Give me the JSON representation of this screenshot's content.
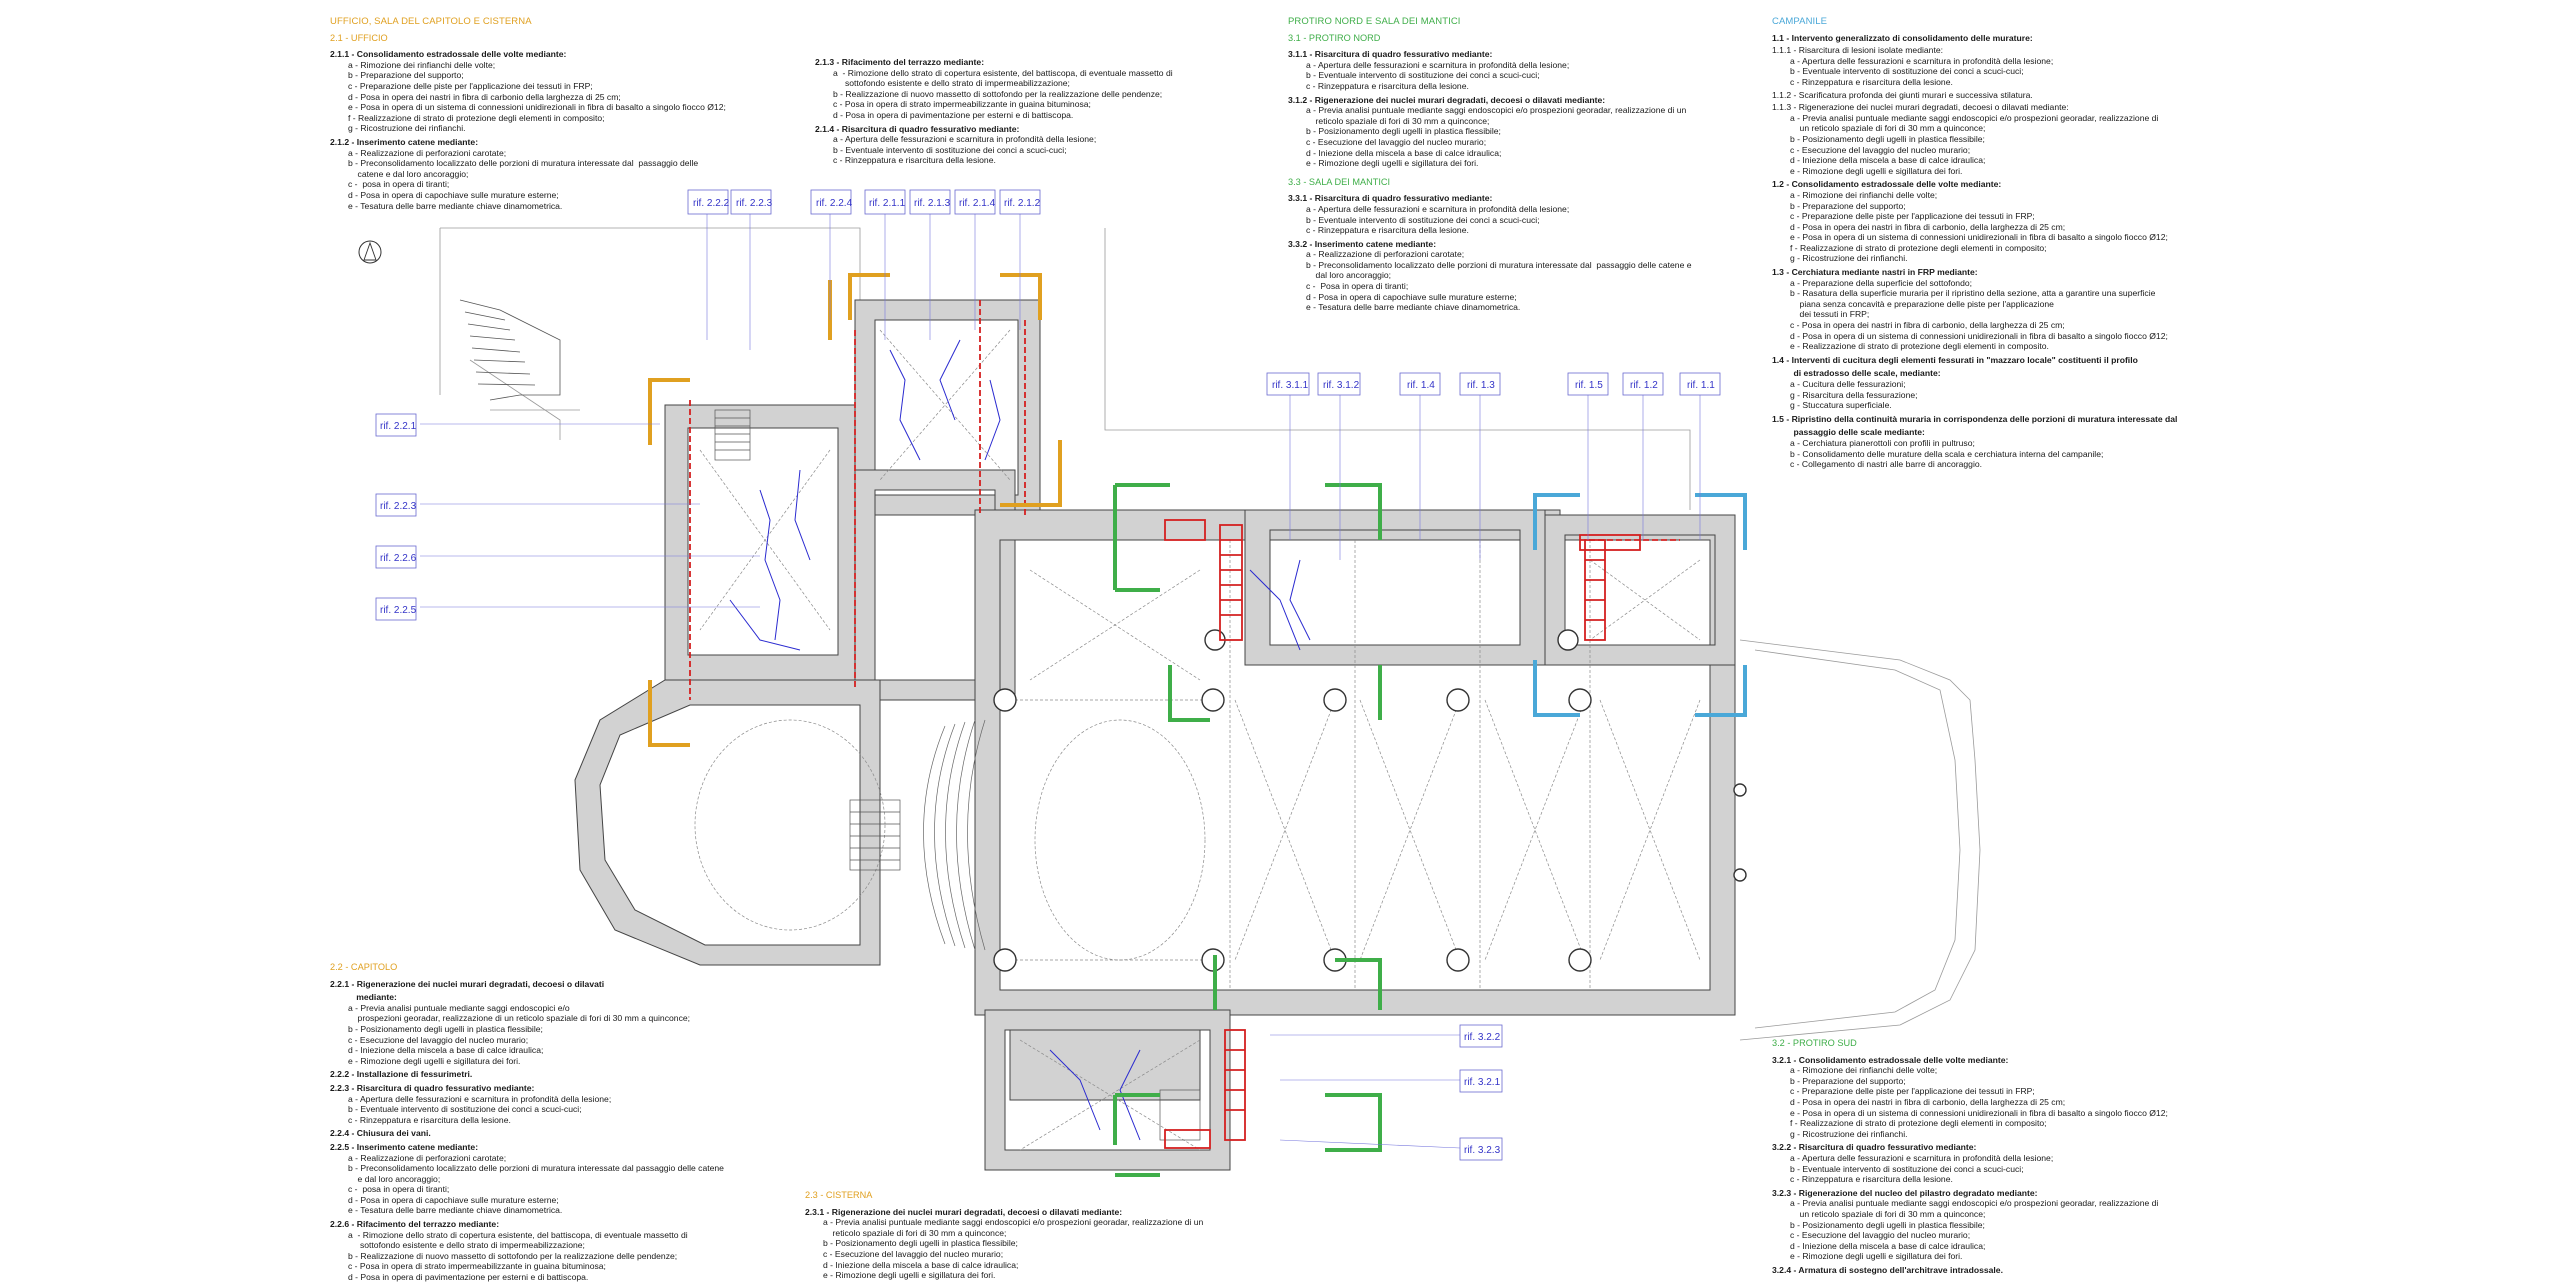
{
  "ufficio": {
    "header": "UFFICIO, SALA DEL CAPITOLO E CISTERNA",
    "subheader": "2.1 - UFFICIO",
    "colA": [
      {
        "t": "2.1.1 - Consolidamento estradossale delle volte mediante:",
        "k": "sec"
      },
      {
        "t": "a - Rimozione dei rinfianchi delle volte;",
        "k": "item"
      },
      {
        "t": "b - Preparazione del supporto;",
        "k": "item"
      },
      {
        "t": "c - Preparazione delle piste per l'applicazione dei tessuti in FRP;",
        "k": "item"
      },
      {
        "t": "d - Posa in opera dei nastri in fibra di carbonio della larghezza di 25 cm;",
        "k": "item"
      },
      {
        "t": "e - Posa in opera di un sistema di connessioni unidirezionali in fibra di basalto a singolo fiocco Ø12;",
        "k": "item"
      },
      {
        "t": "f - Realizzazione di strato di protezione degli elementi in composito;",
        "k": "item"
      },
      {
        "t": "g - Ricostruzione dei rinfianchi.",
        "k": "item"
      },
      {
        "t": "2.1.2 - Inserimento catene mediante:",
        "k": "sec"
      },
      {
        "t": "a - Realizzazione di perforazioni carotate;",
        "k": "item"
      },
      {
        "t": "b - Preconsolidamento localizzato delle porzioni di muratura interessate dal  passaggio delle",
        "k": "item"
      },
      {
        "t": "    catene e dal loro ancoraggio;",
        "k": "item"
      },
      {
        "t": "c -  posa in opera di tiranti;",
        "k": "item"
      },
      {
        "t": "d - Posa in opera di capochiave sulle murature esterne;",
        "k": "item"
      },
      {
        "t": "e - Tesatura delle barre mediante chiave dinamometrica.",
        "k": "item"
      }
    ],
    "colB": [
      {
        "t": "2.1.3 - Rifacimento del terrazzo mediante:",
        "k": "sec"
      },
      {
        "t": "a  - Rimozione dello strato di copertura esistente, del battiscopa, di eventuale massetto di",
        "k": "item"
      },
      {
        "t": "     sottofondo esistente e dello strato di impermeabilizzazione;",
        "k": "item"
      },
      {
        "t": "b - Realizzazione di nuovo massetto di sottofondo per la realizzazione delle pendenze;",
        "k": "item"
      },
      {
        "t": "c - Posa in opera di strato impermeabilizzante in guaina bituminosa;",
        "k": "item"
      },
      {
        "t": "d - Posa in opera di pavimentazione per esterni e di battiscopa.",
        "k": "item"
      },
      {
        "t": "2.1.4 - Risarcitura di quadro fessurativo mediante:",
        "k": "sec"
      },
      {
        "t": "a - Apertura delle fessurazioni e scarnitura in profondità della lesione;",
        "k": "item"
      },
      {
        "t": "b - Eventuale intervento di sostituzione dei conci a scuci-cuci;",
        "k": "item"
      },
      {
        "t": "c - Rinzeppatura e risarcitura della lesione.",
        "k": "item"
      }
    ]
  },
  "capitolo": {
    "subheader": "2.2 - CAPITOLO",
    "items": [
      {
        "t": "2.2.1 - Rigenerazione dei nuclei murari degradati, decoesi o dilavati",
        "k": "sec"
      },
      {
        "t": "           mediante:",
        "k": "sec"
      },
      {
        "t": "a - Previa analisi puntuale mediante saggi endoscopici e/o",
        "k": "item"
      },
      {
        "t": "    prospezioni georadar, realizzazione di un reticolo spaziale di fori di 30 mm a quinconce;",
        "k": "item"
      },
      {
        "t": "b - Posizionamento degli ugelli in plastica flessibile;",
        "k": "item"
      },
      {
        "t": "c - Esecuzione del lavaggio del nucleo murario;",
        "k": "item"
      },
      {
        "t": "d - Iniezione della miscela a base di calce idraulica;",
        "k": "item"
      },
      {
        "t": "e - Rimozione degli ugelli e sigillatura dei fori.",
        "k": "item"
      },
      {
        "t": "2.2.2 - Installazione di fessurimetri.",
        "k": "sec"
      },
      {
        "t": "2.2.3 - Risarcitura di quadro fessurativo mediante:",
        "k": "sec"
      },
      {
        "t": "a - Apertura delle fessurazioni e scarnitura in profondità della lesione;",
        "k": "item"
      },
      {
        "t": "b - Eventuale intervento di sostituzione dei conci a scuci-cuci;",
        "k": "item"
      },
      {
        "t": "c - Rinzeppatura e risarcitura della lesione.",
        "k": "item"
      },
      {
        "t": "2.2.4 - Chiusura dei vani.",
        "k": "sec"
      },
      {
        "t": "2.2.5 - Inserimento catene mediante:",
        "k": "sec"
      },
      {
        "t": "a - Realizzazione di perforazioni carotate;",
        "k": "item"
      },
      {
        "t": "b - Preconsolidamento localizzato delle porzioni di muratura interessate dal passaggio delle catene",
        "k": "item"
      },
      {
        "t": "    e dal loro ancoraggio;",
        "k": "item"
      },
      {
        "t": "c -  posa in opera di tiranti;",
        "k": "item"
      },
      {
        "t": "d - Posa in opera di capochiave sulle murature esterne;",
        "k": "item"
      },
      {
        "t": "e - Tesatura delle barre mediante chiave dinamometrica.",
        "k": "item"
      },
      {
        "t": "2.2.6 - Rifacimento del terrazzo mediante:",
        "k": "sec"
      },
      {
        "t": "a  - Rimozione dello strato di copertura esistente, del battiscopa, di eventuale massetto di",
        "k": "item"
      },
      {
        "t": "     sottofondo esistente e dello strato di impermeabilizzazione;",
        "k": "item"
      },
      {
        "t": "b - Realizzazione di nuovo massetto di sottofondo per la realizzazione delle pendenze;",
        "k": "item"
      },
      {
        "t": "c - Posa in opera di strato impermeabilizzante in guaina bituminosa;",
        "k": "item"
      },
      {
        "t": "d - Posa in opera di pavimentazione per esterni e di battiscopa.",
        "k": "item"
      }
    ]
  },
  "cisterna": {
    "subheader": "2.3 - CISTERNA",
    "items": [
      {
        "t": "2.3.1 - Rigenerazione dei nuclei murari degradati, decoesi o dilavati mediante:",
        "k": "sec"
      },
      {
        "t": "a - Previa analisi puntuale mediante saggi endoscopici e/o prospezioni georadar, realizzazione di un",
        "k": "item"
      },
      {
        "t": "    reticolo spaziale di fori di 30 mm a quinconce;",
        "k": "item"
      },
      {
        "t": "b - Posizionamento degli ugelli in plastica flessibile;",
        "k": "item"
      },
      {
        "t": "c - Esecuzione del lavaggio del nucleo murario;",
        "k": "item"
      },
      {
        "t": "d - Iniezione della miscela a base di calce idraulica;",
        "k": "item"
      },
      {
        "t": "e - Rimozione degli ugelli e sigillatura dei fori.",
        "k": "item"
      }
    ]
  },
  "protiro": {
    "header": "PROTIRO NORD E  SALA DEI MANTICI",
    "subheader1": "3.1 - PROTIRO NORD",
    "items1": [
      {
        "t": "3.1.1 - Risarcitura di quadro fessurativo mediante:",
        "k": "sec"
      },
      {
        "t": "a - Apertura delle fessurazioni e scarnitura in profondità della lesione;",
        "k": "item"
      },
      {
        "t": "b - Eventuale intervento di sostituzione dei conci a scuci-cuci;",
        "k": "item"
      },
      {
        "t": "c - Rinzeppatura e risarcitura della lesione.",
        "k": "item"
      },
      {
        "t": "3.1.2 - Rigenerazione dei nuclei murari degradati, decoesi o dilavati mediante:",
        "k": "sec"
      },
      {
        "t": "a - Previa analisi puntuale mediante saggi endoscopici e/o prospezioni georadar, realizzazione di un",
        "k": "item"
      },
      {
        "t": "    reticolo spaziale di fori di 30 mm a quinconce;",
        "k": "item"
      },
      {
        "t": "b - Posizionamento degli ugelli in plastica flessibile;",
        "k": "item"
      },
      {
        "t": "c - Esecuzione del lavaggio del nucleo murario;",
        "k": "item"
      },
      {
        "t": "d - Iniezione della miscela a base di calce idraulica;",
        "k": "item"
      },
      {
        "t": "e - Rimozione degli ugelli e sigillatura dei fori.",
        "k": "item"
      }
    ],
    "subheader2": "3.3 - SALA DEI MANTICI",
    "items2": [
      {
        "t": "3.3.1 - Risarcitura di quadro fessurativo mediante:",
        "k": "sec"
      },
      {
        "t": "a - Apertura delle fessurazioni e scarnitura in profondità della lesione;",
        "k": "item"
      },
      {
        "t": "b - Eventuale intervento di sostituzione dei conci a scuci-cuci;",
        "k": "item"
      },
      {
        "t": "c - Rinzeppatura e risarcitura della lesione.",
        "k": "item"
      },
      {
        "t": "3.3.2 - Inserimento catene mediante:",
        "k": "sec"
      },
      {
        "t": "a - Realizzazione di perforazioni carotate;",
        "k": "item"
      },
      {
        "t": "b - Preconsolidamento localizzato delle porzioni di muratura interessate dal  passaggio delle catene e",
        "k": "item"
      },
      {
        "t": "    dal loro ancoraggio;",
        "k": "item"
      },
      {
        "t": "c -  Posa in opera di tiranti;",
        "k": "item"
      },
      {
        "t": "d - Posa in opera di capochiave sulle murature esterne;",
        "k": "item"
      },
      {
        "t": "e - Tesatura delle barre mediante chiave dinamometrica.",
        "k": "item"
      }
    ]
  },
  "campanile": {
    "header": "CAMPANILE",
    "items": [
      {
        "t": "1.1 - Intervento generalizzato di consolidamento delle murature:",
        "k": "sec"
      },
      {
        "t": "1.1.1 - Risarcitura di lesioni isolate mediante:",
        "k": "plain"
      },
      {
        "t": "a - Apertura delle fessurazioni e scarnitura in profondità della lesione;",
        "k": "item"
      },
      {
        "t": "b - Eventuale intervento di sostituzione dei conci a scuci-cuci;",
        "k": "item"
      },
      {
        "t": "c - Rinzeppatura e risarcitura della lesione.",
        "k": "item"
      },
      {
        "t": "1.1.2 - Scarificatura profonda dei giunti murari e successiva stilatura.",
        "k": "plain"
      },
      {
        "t": "1.1.3 - Rigenerazione dei nuclei murari degradati, decoesi o dilavati mediante:",
        "k": "plain"
      },
      {
        "t": "a - Previa analisi puntuale mediante saggi endoscopici e/o prospezioni georadar, realizzazione di",
        "k": "item"
      },
      {
        "t": "    un reticolo spaziale di fori di 30 mm a quinconce;",
        "k": "item"
      },
      {
        "t": "b - Posizionamento degli ugelli in plastica flessibile;",
        "k": "item"
      },
      {
        "t": "c - Esecuzione del lavaggio del nucleo murario;",
        "k": "item"
      },
      {
        "t": "d - Iniezione della miscela a base di calce idraulica;",
        "k": "item"
      },
      {
        "t": "e - Rimozione degli ugelli e sigillatura dei fori.",
        "k": "item"
      },
      {
        "t": "1.2 - Consolidamento estradossale delle volte mediante:",
        "k": "sec"
      },
      {
        "t": "a - Rimozione dei rinfianchi delle volte;",
        "k": "item"
      },
      {
        "t": "b - Preparazione del supporto;",
        "k": "item"
      },
      {
        "t": "c - Preparazione delle piste per l'applicazione dei tessuti in FRP;",
        "k": "item"
      },
      {
        "t": "d - Posa in opera dei nastri in fibra di carbonio, della larghezza di 25 cm;",
        "k": "item"
      },
      {
        "t": "e - Posa in opera di un sistema di connessioni unidirezionali in fibra di basalto a singolo fiocco Ø12;",
        "k": "item"
      },
      {
        "t": "f - Realizzazione di strato di protezione degli elementi in composito;",
        "k": "item"
      },
      {
        "t": "g - Ricostruzione dei rinfianchi.",
        "k": "item"
      },
      {
        "t": "1.3 - Cerchiatura mediante nastri in FRP mediante:",
        "k": "sec"
      },
      {
        "t": "a - Preparazione della superficie del sottofondo;",
        "k": "item"
      },
      {
        "t": "b - Rasatura della superficie muraria per il ripristino della sezione, atta a garantire una superficie",
        "k": "item"
      },
      {
        "t": "    piana senza concavità e preparazione delle piste per l'applicazione",
        "k": "item"
      },
      {
        "t": "    dei tessuti in FRP;",
        "k": "item"
      },
      {
        "t": "c - Posa in opera dei nastri in fibra di carbonio, della larghezza di 25 cm;",
        "k": "item"
      },
      {
        "t": "d - Posa in opera di un sistema di connessioni unidirezionali in fibra di basalto a singolo fiocco Ø12;",
        "k": "item"
      },
      {
        "t": "e - Realizzazione di strato di protezione degli elementi in composito.",
        "k": "item"
      },
      {
        "t": "1.4 - Interventi di cucitura degli elementi fessurati in \"mazzaro locale\" costituenti il profilo",
        "k": "sec"
      },
      {
        "t": "         di estradosso delle scale, mediante:",
        "k": "sec"
      },
      {
        "t": "a - Cucitura delle fessurazioni;",
        "k": "item"
      },
      {
        "t": "g - Risarcitura della fessurazione;",
        "k": "item"
      },
      {
        "t": "g - Stuccatura superficiale.",
        "k": "item"
      },
      {
        "t": "1.5 - Ripristino della continuità muraria in corrispondenza delle porzioni di muratura interessate dal",
        "k": "sec"
      },
      {
        "t": "         passaggio delle scale mediante:",
        "k": "sec"
      },
      {
        "t": "a - Cerchiatura pianerottoli con profili in pultruso;",
        "k": "item"
      },
      {
        "t": "b - Consolidamento delle murature della scala e cerchiatura interna del campanile;",
        "k": "item"
      },
      {
        "t": "c - Collegamento di nastri alle barre di ancoraggio.",
        "k": "item"
      }
    ]
  },
  "protiro_sud": {
    "subheader": "3.2 - PROTIRO SUD",
    "items": [
      {
        "t": "3.2.1 - Consolidamento estradossale delle volte mediante:",
        "k": "sec"
      },
      {
        "t": "a - Rimozione dei rinfianchi delle volte;",
        "k": "item"
      },
      {
        "t": "b - Preparazione del supporto;",
        "k": "item"
      },
      {
        "t": "c - Preparazione delle piste per l'applicazione dei tessuti in FRP;",
        "k": "item"
      },
      {
        "t": "d - Posa in opera dei nastri in fibra di carbonio, della larghezza di 25 cm;",
        "k": "item"
      },
      {
        "t": "e - Posa in opera di un sistema di connessioni unidirezionali in fibra di basalto a singolo fiocco Ø12;",
        "k": "item"
      },
      {
        "t": "f - Realizzazione di strato di protezione degli elementi in composito;",
        "k": "item"
      },
      {
        "t": "g - Ricostruzione dei rinfianchi.",
        "k": "item"
      },
      {
        "t": "3.2.2 - Risarcitura di quadro fessurativo mediante:",
        "k": "sec"
      },
      {
        "t": "a - Apertura delle fessurazioni e scarnitura in profondità della lesione;",
        "k": "item"
      },
      {
        "t": "b - Eventuale intervento di sostituzione dei conci a scuci-cuci;",
        "k": "item"
      },
      {
        "t": "c - Rinzeppatura e risarcitura della lesione.",
        "k": "item"
      },
      {
        "t": "3.2.3 - Rigenerazione del nucleo del pilastro degradato mediante:",
        "k": "sec"
      },
      {
        "t": "a - Previa analisi puntuale mediante saggi endoscopici e/o prospezioni georadar, realizzazione di",
        "k": "item"
      },
      {
        "t": "    un reticolo spaziale di fori di 30 mm a quinconce;",
        "k": "item"
      },
      {
        "t": "b - Posizionamento degli ugelli in plastica flessibile;",
        "k": "item"
      },
      {
        "t": "c - Esecuzione del lavaggio del nucleo murario;",
        "k": "item"
      },
      {
        "t": "d - Iniezione della miscela a base di calce idraulica;",
        "k": "item"
      },
      {
        "t": "e - Rimozione degli ugelli e sigillatura dei fori.",
        "k": "item"
      },
      {
        "t": "3.2.4 - Armatura di sostegno dell'architrave intradossale.",
        "k": "sec"
      }
    ]
  },
  "refs": {
    "r222": "rif. 2.2.2",
    "r223": "rif. 2.2.3",
    "r224": "rif. 2.2.4",
    "r211": "rif. 2.1.1",
    "r213": "rif. 2.1.3",
    "r214": "rif. 2.1.4",
    "r212": "rif. 2.1.2",
    "r221": "rif. 2.2.1",
    "r223b": "rif. 2.2.3",
    "r226": "rif. 2.2.6",
    "r225": "rif. 2.2.5",
    "r311": "rif. 3.1.1",
    "r312": "rif. 3.1.2",
    "r14": "rif. 1.4",
    "r13": "rif. 1.3",
    "r15": "rif. 1.5",
    "r12": "rif. 1.2",
    "r11": "rif. 1.1",
    "r322": "rif. 3.2.2",
    "r321": "rif. 3.2.1",
    "r323": "rif. 3.2.3"
  },
  "colors": {
    "ufficio": "#e0a020",
    "protiro": "#3fae49",
    "campanile": "#4aa8d8",
    "chains": "#d42020",
    "cracks": "#2a2ad0",
    "masonry": "#d2d2d2"
  }
}
